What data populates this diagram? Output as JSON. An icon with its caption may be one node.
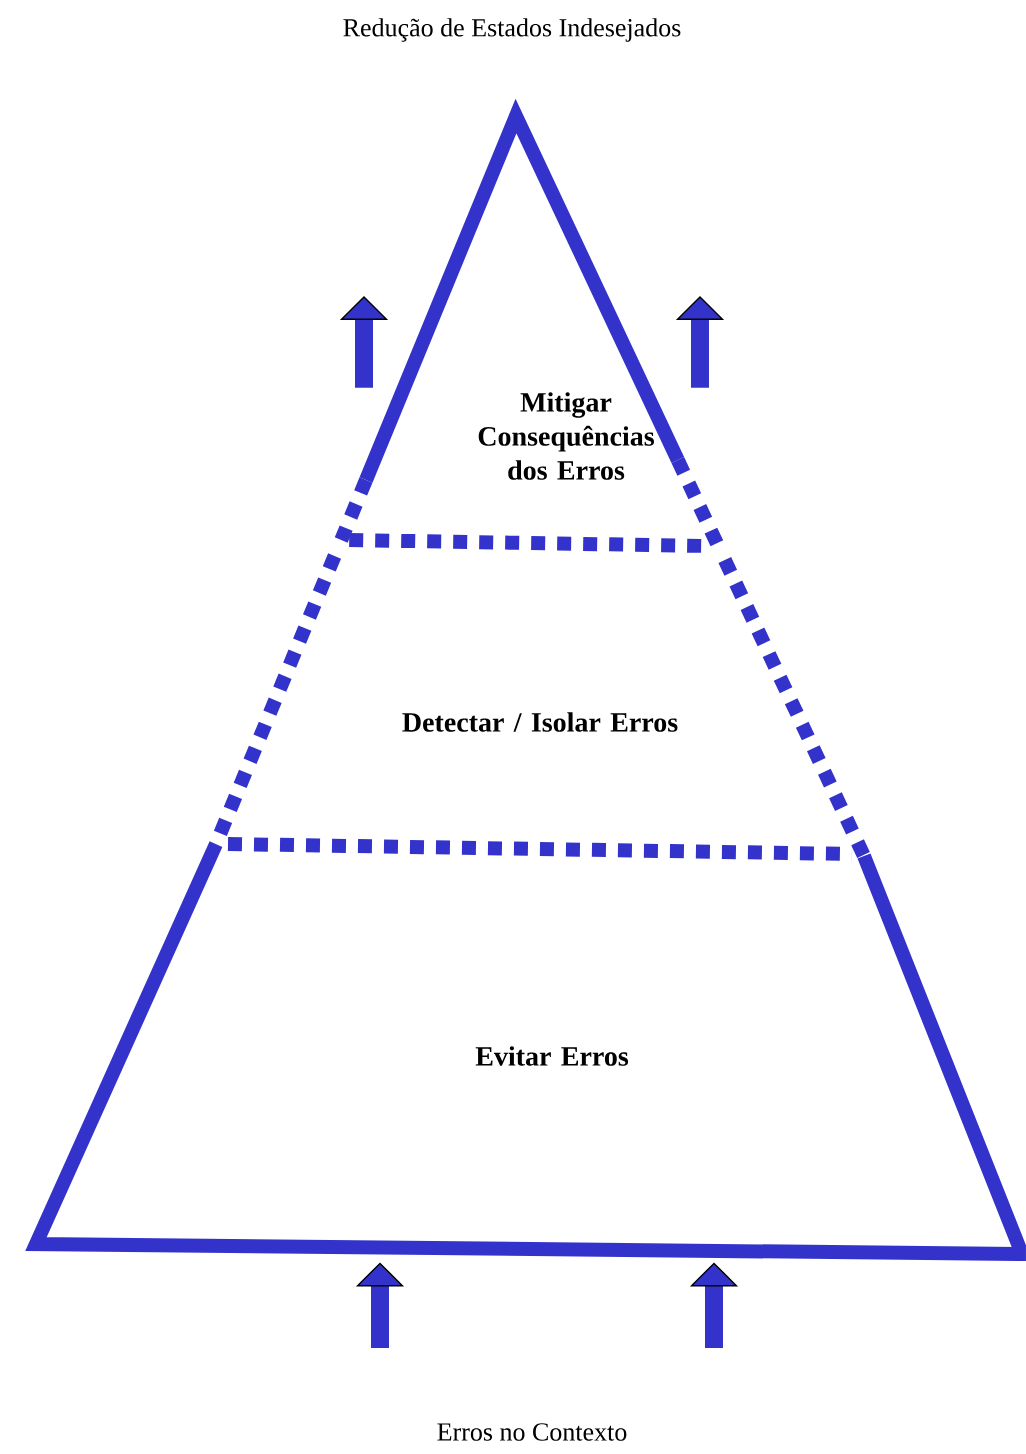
{
  "diagram": {
    "nodes": [
      {
        "text": [
          "Mitigar Consequências dos Erros"
        ]
      },
      {
        "text": [
          "Detectar / Isolar Erros"
        ]
      },
      {
        "text": [
          "Evitar Erros"
        ]
      }
    ],
    "edges": [
      {
        "from": 0,
        "to": null,
        "arrow": "to"
      },
      {
        "from": 0,
        "to": null,
        "arrow": "to"
      },
      {
        "from": null,
        "to": 2,
        "arrow": "to"
      },
      {
        "from": null,
        "to": 2,
        "arrow": "to"
      }
    ],
    "labels": [
      "Redução de Estados Indesejados",
      "Erros no Contexto"
    ]
  }
}
